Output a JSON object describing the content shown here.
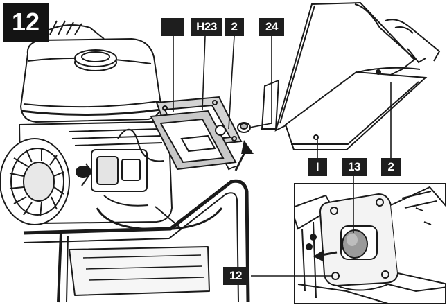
{
  "step_number": "12",
  "callouts": {
    "blank": "",
    "h23": "H23",
    "two_top": "2",
    "twenty_four": "24",
    "letter_i": "I",
    "thirteen": "13",
    "two_right": "2",
    "twelve": "12"
  },
  "colors": {
    "label_bg": "#1e1e1e",
    "label_text": "#ffffff",
    "line": "#1a1a1a",
    "shade": "#cfcfcf",
    "knob": "#9a9a9a"
  }
}
